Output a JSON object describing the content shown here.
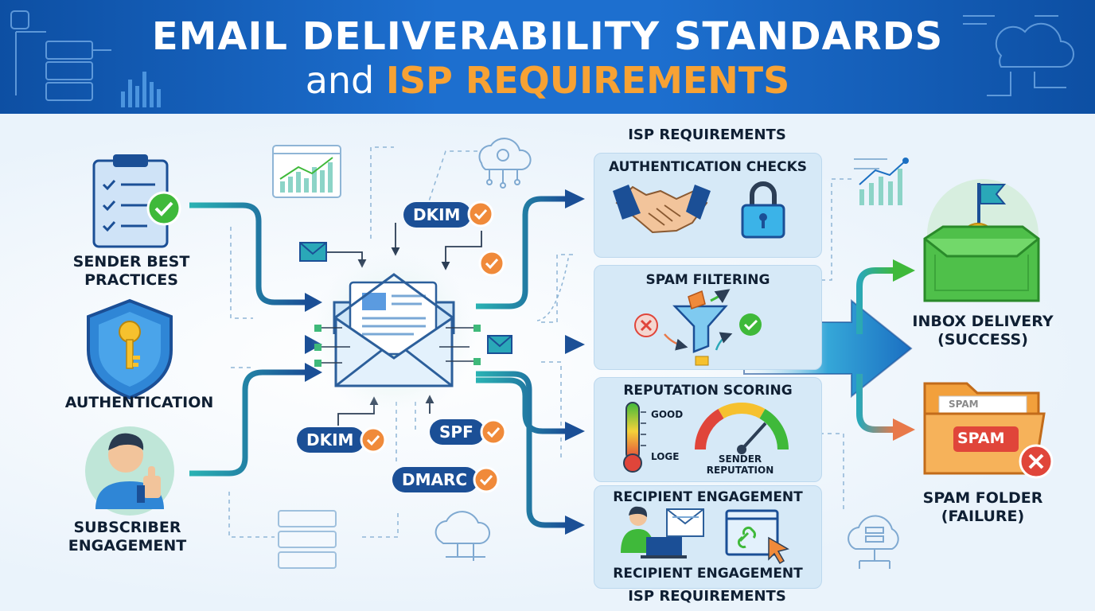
{
  "title": {
    "line1": "EMAIL DELIVERABILITY STANDARDS",
    "line2_prefix": "and",
    "line2_highlight": "ISP REQUIREMENTS"
  },
  "inputs": [
    {
      "label_line1": "SENDER BEST",
      "label_line2": "PRACTICES"
    },
    {
      "label_line1": "AUTHENTICATION",
      "label_line2": ""
    },
    {
      "label_line1": "SUBSCRIBER",
      "label_line2": "ENGAGEMENT"
    }
  ],
  "badges": {
    "dkim_top": "DKIM",
    "dkim_bottom": "DKIM",
    "spf": "SPF",
    "dmarc": "DMARC"
  },
  "isp": {
    "header": "ISP REQUIREMENTS",
    "footer": "ISP REQUIREMENTS",
    "auth_checks": "AUTHENTICATION CHECKS",
    "spam_filtering": "SPAM FILTERING",
    "reputation_scoring": "REPUTATION SCORING",
    "good_label": "GOOD",
    "low_label": "LOGE",
    "sender_rep_line1": "SENDER",
    "sender_rep_line2": "REPUTATION",
    "recipient_engagement_top": "RECIPIENT ENGAGEMENT",
    "recipient_engagement_bottom": "RECIPIENT ENGAGEMENT"
  },
  "outcomes": {
    "inbox_line1": "INBOX DELIVERY",
    "inbox_line2": "(SUCCESS)",
    "spam_line1": "SPAM FOLDER",
    "spam_line2": "(FAILURE)",
    "folder_tab": "SPAM",
    "folder_label": "SPAM"
  },
  "colors": {
    "header_blue": "#1d6fcf",
    "accent_orange": "#f7a234",
    "navy": "#1b4f96",
    "teal": "#2aa8b8",
    "success_green": "#3fb93a",
    "fail_red": "#e0453a"
  }
}
